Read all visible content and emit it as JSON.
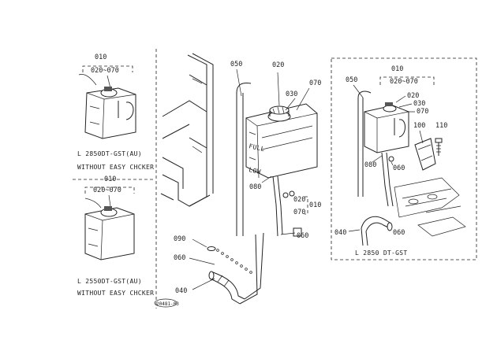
{
  "top_left": {
    "callouts": [
      "010",
      "020~070"
    ],
    "model": "L 2850DT-GST(AU)",
    "note": "WITHOUT EASY CHCKER"
  },
  "bottom_left": {
    "callouts": [
      "010",
      "020~070"
    ],
    "model": "L 2550DT-GST(AU)",
    "note": "WITHOUT EASY CHCKER"
  },
  "center": {
    "callouts": [
      "050",
      "020",
      "030",
      "070",
      "080",
      "020",
      "070",
      "010",
      "060",
      "090",
      "060",
      "040"
    ],
    "tank_text_full": "FULL",
    "tank_text_low": "LOW",
    "figure_id": "20481-03"
  },
  "right_inset": {
    "callouts": [
      "010",
      "020~070",
      "050",
      "020",
      "030",
      "070",
      "100",
      "110",
      "080",
      "060",
      "040",
      "060"
    ],
    "model": "L 2850 DT-GST"
  }
}
